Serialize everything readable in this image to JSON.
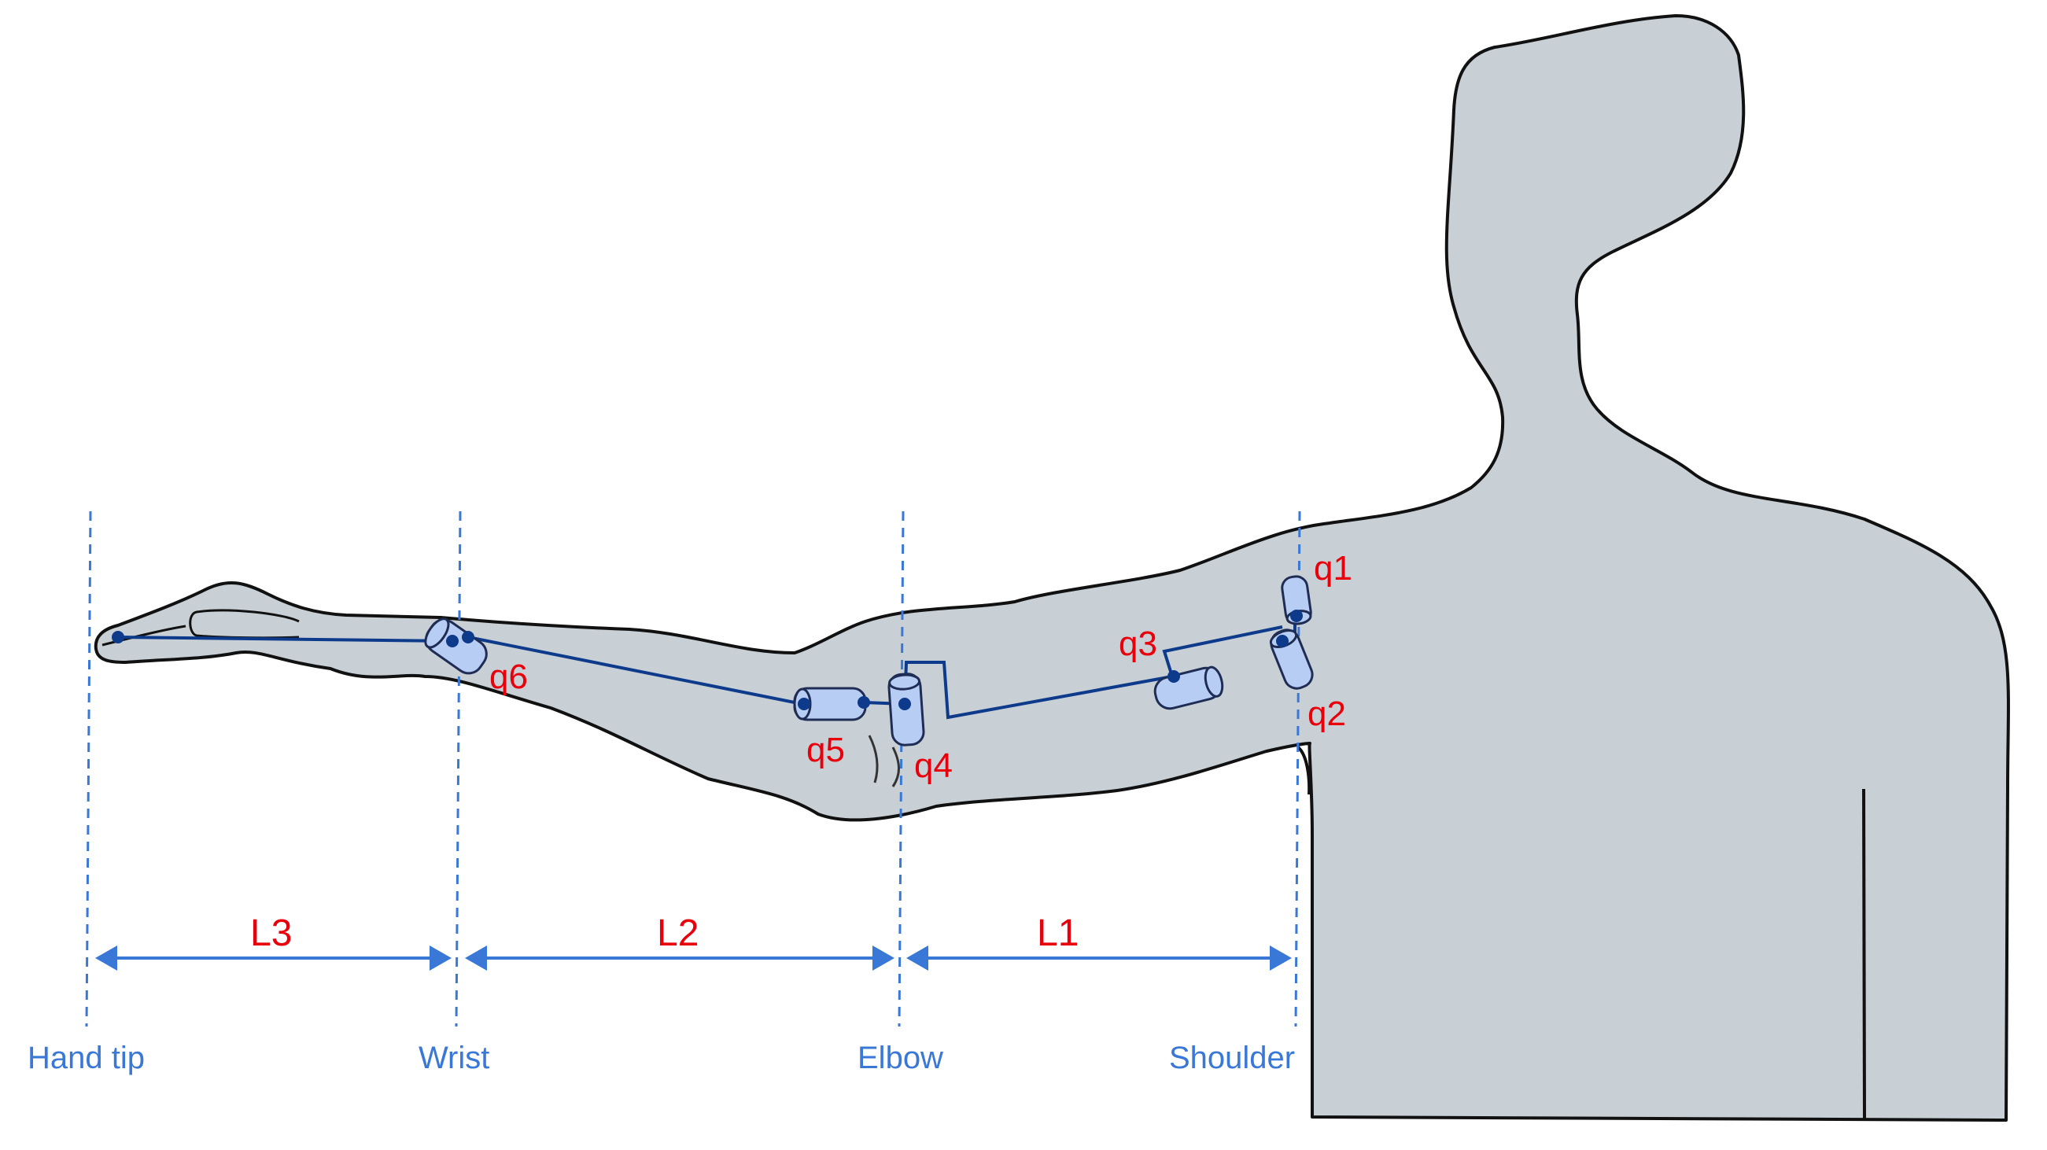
{
  "colors": {
    "body_fill": "#c8d0d6",
    "body_stroke": "#111111",
    "link": "#0d3a8a",
    "joint_fill": "#b7cdf3",
    "joint_stroke": "#1f2d55",
    "guide": "#3a78d8",
    "joint_label": "#e8000b",
    "landmark_label": "#3a78d8"
  },
  "joints": {
    "q1": "q1",
    "q2": "q2",
    "q3": "q3",
    "q4": "q4",
    "q5": "q5",
    "q6": "q6"
  },
  "segments": {
    "L1": "L1",
    "L2": "L2",
    "L3": "L3"
  },
  "landmarks": {
    "hand_tip": "Hand tip",
    "wrist": "Wrist",
    "elbow": "Elbow",
    "shoulder": "Shoulder"
  },
  "icons": {
    "joint": "cylinder-joint-icon",
    "arrow": "double-arrow-icon"
  }
}
